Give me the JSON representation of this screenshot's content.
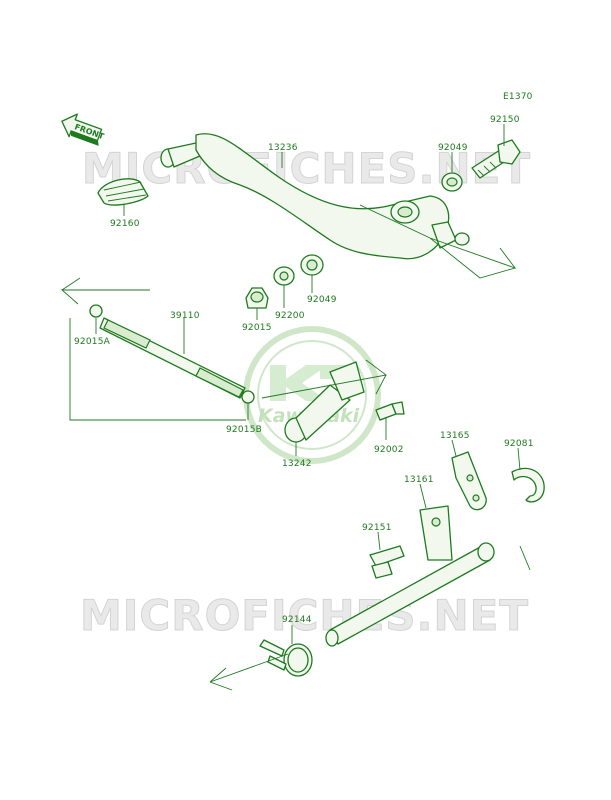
{
  "diagram_code": "E1370",
  "watermark": "MICROFICHES.NET",
  "logo_text": "Kawasaki",
  "front_arrow_label": "FRONT",
  "parts": [
    {
      "key": "p92150",
      "number": "92150"
    },
    {
      "key": "p13236",
      "number": "13236"
    },
    {
      "key": "p92049a",
      "number": "92049"
    },
    {
      "key": "p92160",
      "number": "92160"
    },
    {
      "key": "p92049b",
      "number": "92049"
    },
    {
      "key": "p39110",
      "number": "39110"
    },
    {
      "key": "p92015",
      "number": "92015"
    },
    {
      "key": "p92200",
      "number": "92200"
    },
    {
      "key": "p92015a",
      "number": "92015A"
    },
    {
      "key": "p92015b",
      "number": "92015B"
    },
    {
      "key": "p92002",
      "number": "92002"
    },
    {
      "key": "p13242",
      "number": "13242"
    },
    {
      "key": "p13165",
      "number": "13165"
    },
    {
      "key": "p92081",
      "number": "92081"
    },
    {
      "key": "p13161",
      "number": "13161"
    },
    {
      "key": "p92151",
      "number": "92151"
    },
    {
      "key": "p92144",
      "number": "92144"
    }
  ]
}
